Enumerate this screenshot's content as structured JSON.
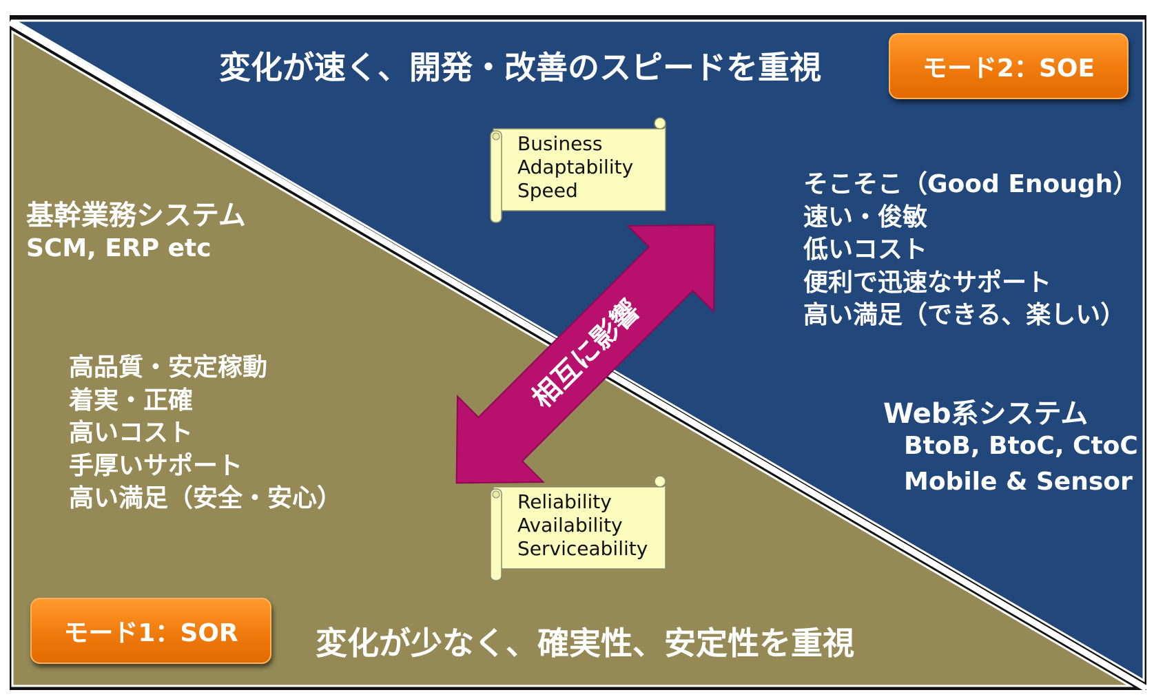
{
  "top_heading": "変化が速く、開発・改善のスピードを重視",
  "bottom_heading": "変化が少なく、確実性、安定性を重視",
  "mode2_badge": "モード2：SOE",
  "mode1_badge": "モード1：SOR",
  "mode1_system": {
    "title": "基幹業務システム",
    "subtitle": "SCM, ERP etc"
  },
  "mode1_traits": [
    "高品質・安定稼動",
    "着実・正確",
    "高いコスト",
    "手厚いサポート",
    "高い満足（安全・安心）"
  ],
  "mode2_traits": [
    "そこそこ（Good Enough）",
    "速い・俊敏",
    "低いコスト",
    "便利で迅速なサポート",
    "高い満足（できる、楽しい）"
  ],
  "mode2_system": {
    "title": "Web系システム",
    "items": [
      "BtoB, BtoC, CtoC",
      "Mobile & Sensor"
    ]
  },
  "scroll_top": [
    "Business",
    "Adaptability",
    "Speed"
  ],
  "scroll_bottom": [
    "Reliability",
    "Availability",
    "Serviceability"
  ],
  "arrow_label": "相互に影響",
  "colors": {
    "mode2_region": "#21477b",
    "mode1_region": "#958a55",
    "badge_orange": "#f07a0c",
    "arrow_magenta": "#b8106d",
    "scroll_fill": "#fcfcbe"
  }
}
